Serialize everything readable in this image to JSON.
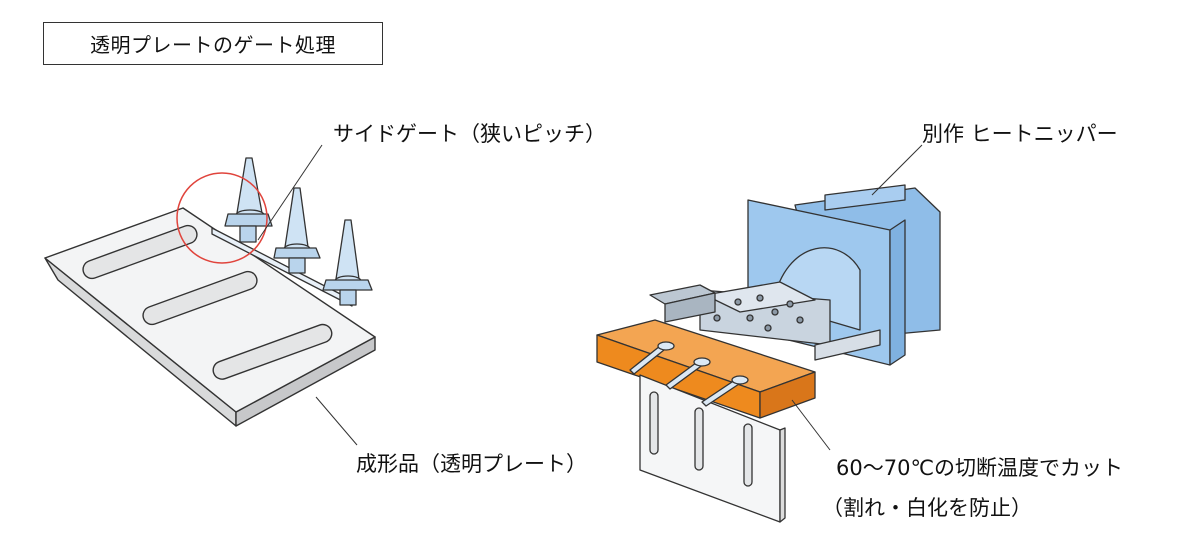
{
  "title": "透明プレートのゲート処理",
  "labels": {
    "side_gate": "サイドゲート（狭いピッチ）",
    "heat_nipper": "別作 ヒートニッパー",
    "molded_part": "成形品（透明プレート）",
    "cut_temp_line1": "60〜70℃の切断温度でカット",
    "cut_temp_line2": "（割れ・白化を防止）"
  },
  "colors": {
    "heater_orange": "#ee8a1e",
    "nipper_blue": "#9ec8ee",
    "gate_blue": "#cfe3f4",
    "highlight_circle": "#e0443c",
    "plate": "#f3f4f5"
  }
}
